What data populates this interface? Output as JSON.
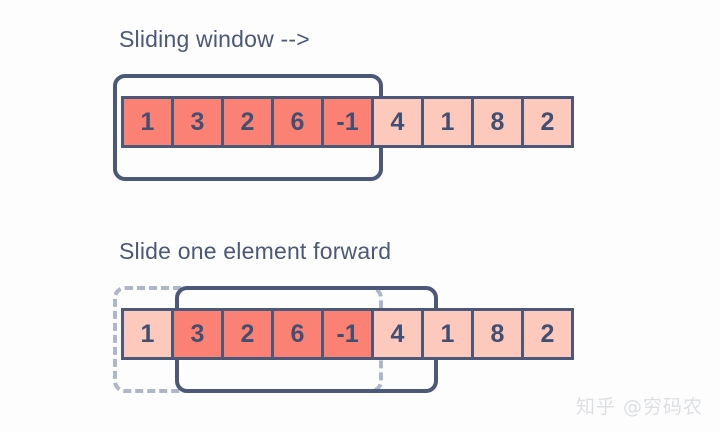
{
  "diagram": {
    "background_color": "#fdfdfd",
    "accent_colors": {
      "stroke": "#4b5878",
      "cell_active": "#fb8174",
      "cell_inactive": "#fcc9bc",
      "dashed_window": "#aeb7c9",
      "text": "#414f73"
    },
    "sections": [
      {
        "id": "section-1",
        "title": "Sliding window -->",
        "array": {
          "values": [
            "1",
            "3",
            "2",
            "6",
            "-1",
            "4",
            "1",
            "8",
            "2"
          ],
          "active_indices": [
            0,
            1,
            2,
            3,
            4
          ]
        },
        "windows": [
          {
            "style": "solid",
            "covers": "1..5"
          }
        ]
      },
      {
        "id": "section-2",
        "title": "Slide one element forward",
        "array": {
          "values": [
            "1",
            "3",
            "2",
            "6",
            "-1",
            "4",
            "1",
            "8",
            "2"
          ],
          "active_indices": [
            1,
            2,
            3,
            4
          ]
        },
        "windows": [
          {
            "style": "dashed",
            "covers": "1..5"
          },
          {
            "style": "solid",
            "covers": "2..6"
          }
        ]
      }
    ]
  },
  "watermark": {
    "text": "知乎 @穷码农"
  }
}
